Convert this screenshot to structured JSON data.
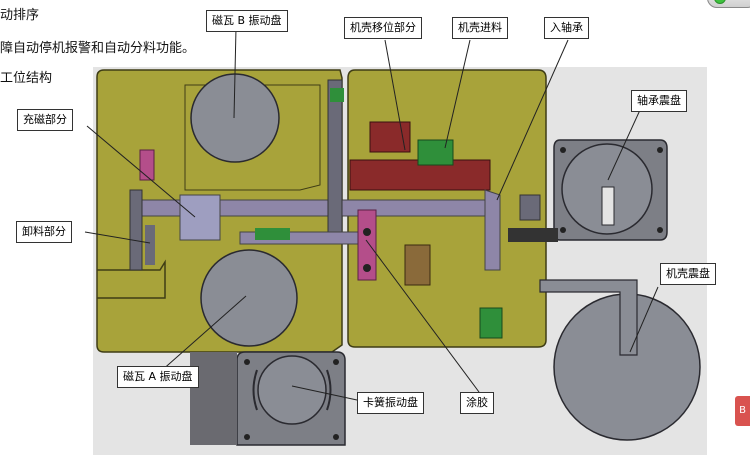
{
  "doc": {
    "line1": "动排序",
    "line2": "障自动停机报警和自动分料功能。",
    "line3": "工位结构"
  },
  "labels": {
    "cwb": "磁瓦 B 振动盘",
    "jkyw": "机壳移位部分",
    "jkjl": "机壳进料",
    "rzc": "入轴承",
    "zczp": "轴承震盘",
    "ccbf": "充磁部分",
    "xlbf": "卸料部分",
    "jkzp": "机壳震盘",
    "cwa": "磁瓦 A 振动盘",
    "khzdp": "卡簧振动盘",
    "tj": "涂胶"
  },
  "colors": {
    "plate": "#a8a33a",
    "plate_edge": "#3f3d15",
    "bowl": "#8a8d95",
    "steel": "#6a6a78",
    "rail": "#8e86a8",
    "accent_red": "#8a2a2a",
    "accent_green": "#2f8f3a",
    "pink": "#b44e8a",
    "background": "#e6e6e6"
  },
  "side_tab": {
    "text": "B"
  }
}
